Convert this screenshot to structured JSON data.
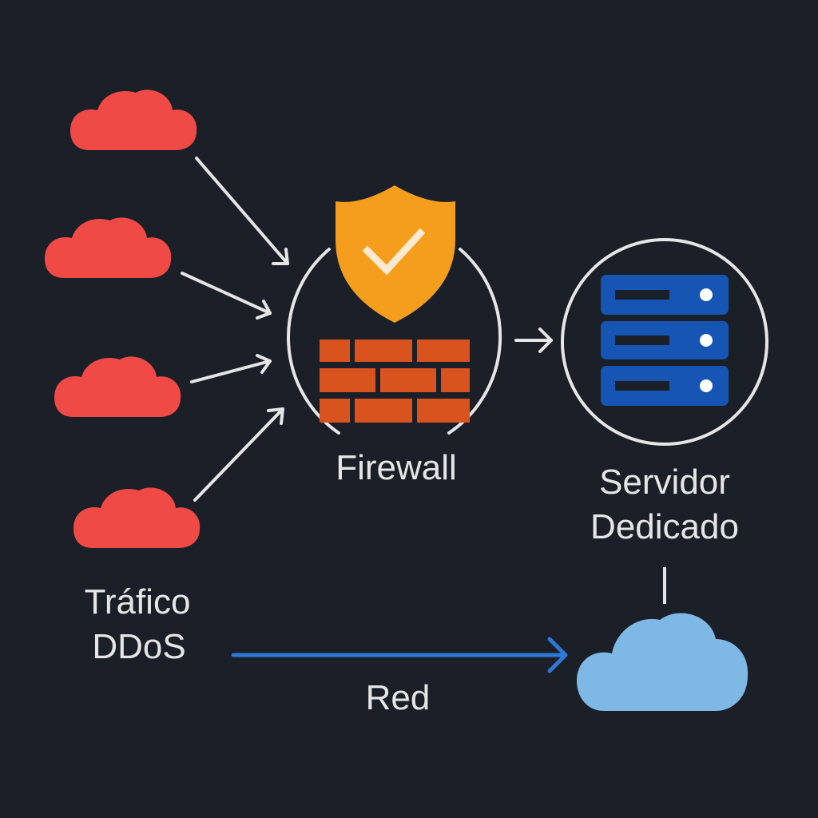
{
  "labels": {
    "firewall": "Firewall",
    "server_line1": "Servidor",
    "server_line2": "Dedicado",
    "traffic_line1": "Tráfico",
    "traffic_line2": "DDoS",
    "network": "Red"
  },
  "colors": {
    "background": "#1a1f28",
    "attack_cloud": "#f04a46",
    "network_cloud": "#7eb9e6",
    "shield": "#f59e1e",
    "brick": "#d9531e",
    "server": "#1655b3",
    "line": "#e6e6e6",
    "network_arrow": "#2f79d6"
  },
  "icons": {
    "attack_source": "cloud-icon",
    "firewall_shield": "shield-check-icon",
    "firewall_wall": "brick-wall-icon",
    "server": "server-icon",
    "network": "cloud-icon"
  }
}
